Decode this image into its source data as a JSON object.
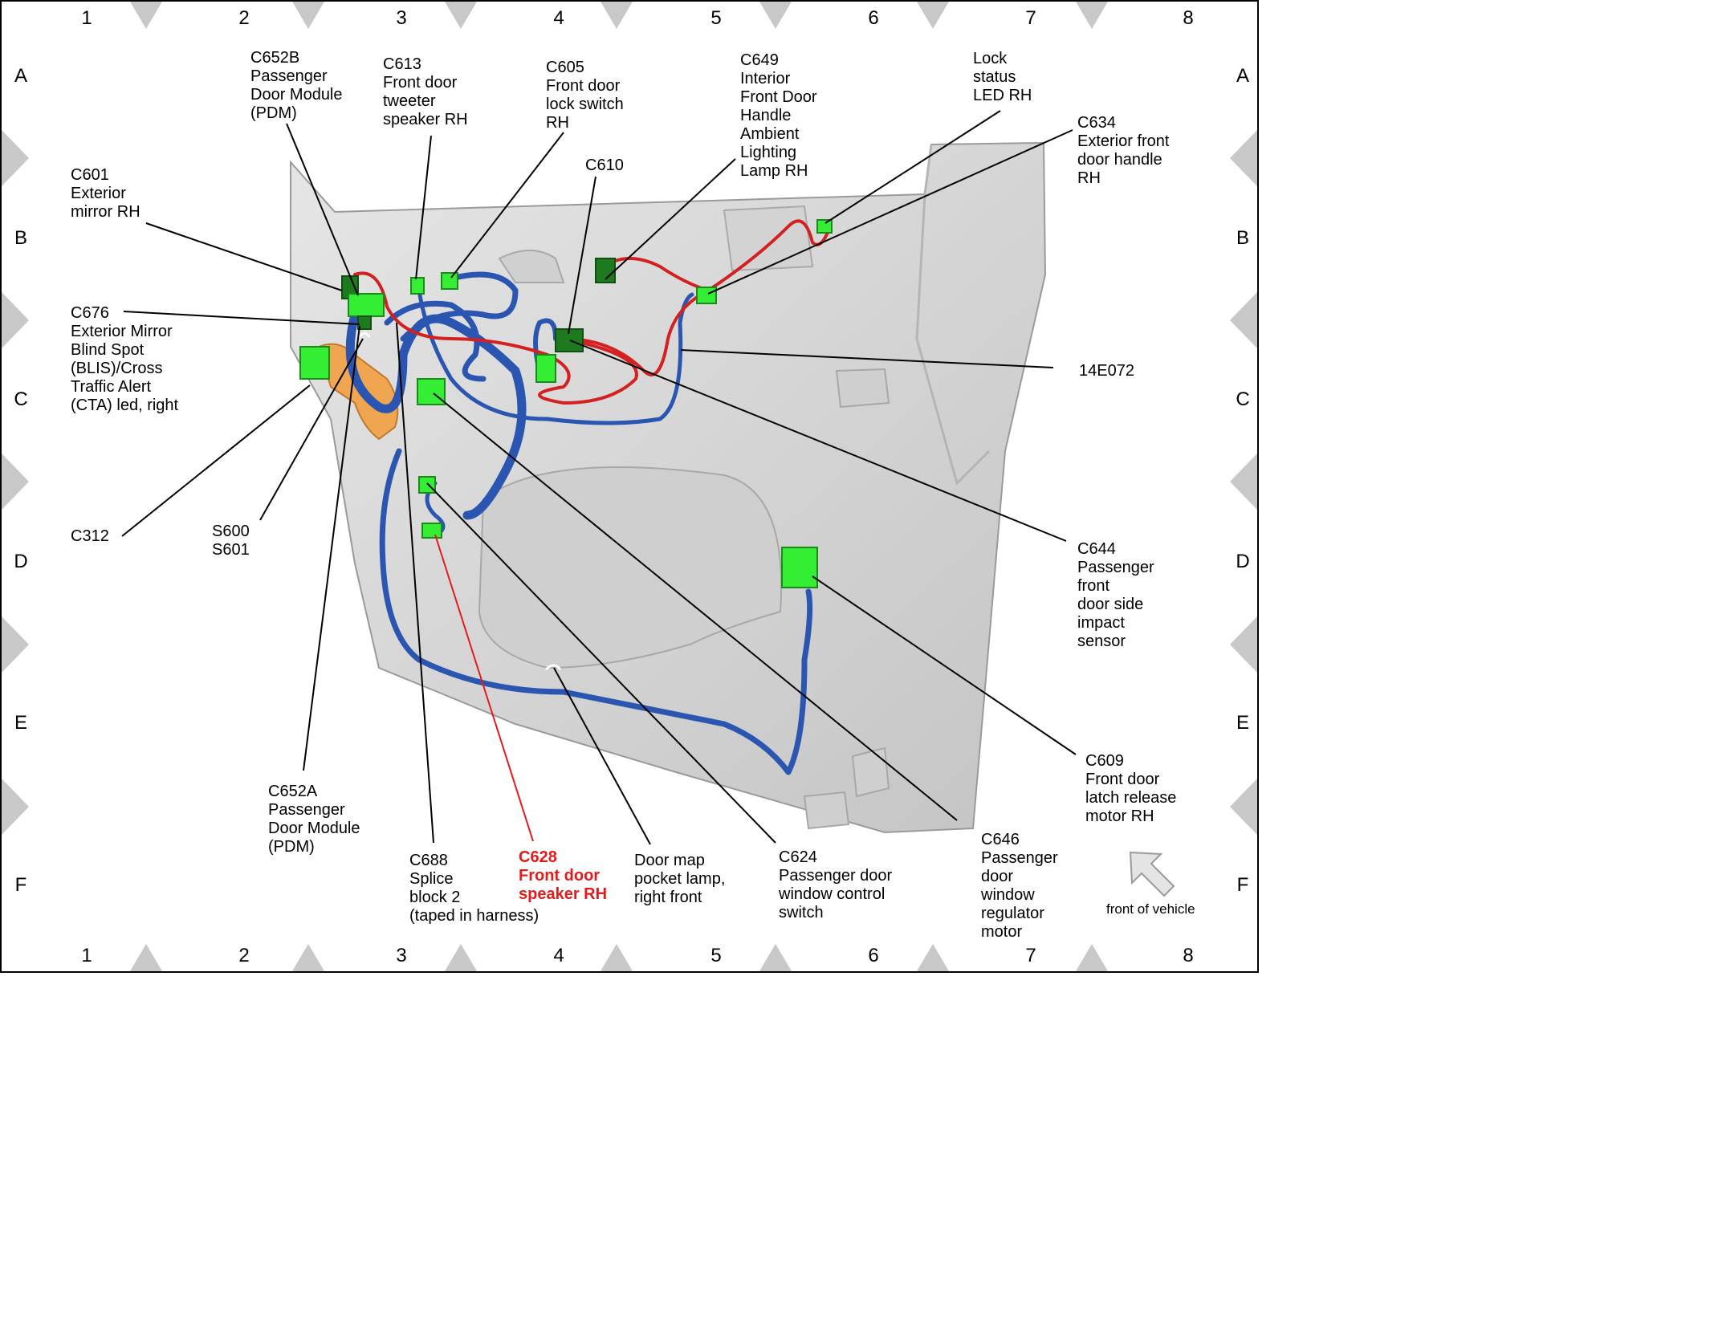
{
  "grid": {
    "columns": [
      "1",
      "2",
      "3",
      "4",
      "5",
      "6",
      "7",
      "8"
    ],
    "rows": [
      "A",
      "B",
      "C",
      "D",
      "E",
      "F"
    ]
  },
  "labels": {
    "c652b": [
      "C652B",
      "Passenger",
      "Door Module",
      "(PDM)"
    ],
    "c613": [
      "C613",
      "Front door",
      "tweeter",
      "speaker RH"
    ],
    "c605": [
      "C605",
      "Front door",
      "lock switch",
      "RH"
    ],
    "c649": [
      "C649",
      "Interior",
      "Front Door",
      "Handle",
      "Ambient",
      "Lighting",
      "Lamp RH"
    ],
    "lock_led": [
      "Lock",
      "status",
      "LED RH"
    ],
    "c634": [
      "C634",
      "Exterior front",
      "door handle",
      "RH"
    ],
    "c601": [
      "C601",
      "Exterior",
      "mirror RH"
    ],
    "c610": [
      "C610"
    ],
    "c676": [
      "C676",
      "Exterior Mirror",
      "Blind Spot",
      "(BLIS)/Cross",
      "Traffic Alert",
      "(CTA) led, right"
    ],
    "e072": [
      "14E072"
    ],
    "c312": [
      "C312"
    ],
    "s600": [
      "S600",
      "S601"
    ],
    "c644": [
      "C644",
      "Passenger",
      "front",
      "door side",
      "impact",
      "sensor"
    ],
    "c609": [
      "C609",
      "Front door",
      "latch release",
      "motor RH"
    ],
    "c652a": [
      "C652A",
      "Passenger",
      "Door Module",
      "(PDM)"
    ],
    "c688": [
      "C688",
      "Splice",
      "block 2",
      "(taped in harness)"
    ],
    "c628": [
      "C628",
      "Front door",
      "speaker RH"
    ],
    "map_lamp": [
      "Door map",
      "pocket lamp,",
      "right front"
    ],
    "c624": [
      "C624",
      "Passenger door",
      "window control",
      "switch"
    ],
    "c646": [
      "C646",
      "Passenger",
      "door",
      "window",
      "regulator",
      "motor"
    ]
  },
  "front_of_vehicle": "front of vehicle",
  "colors": {
    "connector_light": "#33ee33",
    "connector_dark": "#1e7a1e",
    "harness_blue": "#2a55b0",
    "harness_red": "#d42020",
    "foam_orange": "#f0a650",
    "door_panel": "#d9d9d9",
    "highlight_red": "#e31b1b"
  }
}
